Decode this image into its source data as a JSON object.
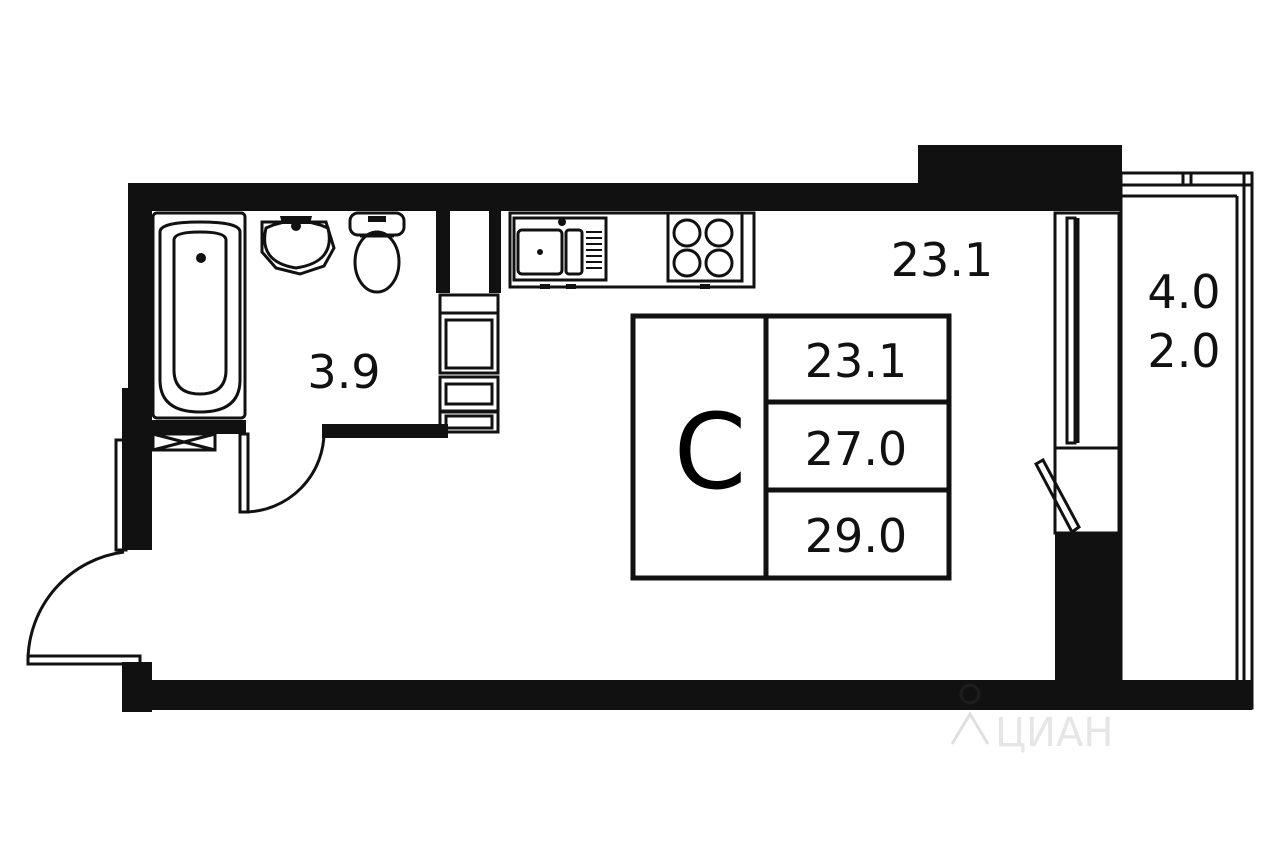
{
  "plan": {
    "rooms": {
      "bathroom_area": "3.9",
      "main_room_area": "23.1",
      "balcony_area_full": "4.0",
      "balcony_area_reduced": "2.0"
    },
    "summary": {
      "type_letter": "C",
      "living_area": "23.1",
      "total_area": "27.0",
      "total_with_balcony": "29.0"
    },
    "watermark": "ЦИАН",
    "colors": {
      "wall": "#111111",
      "background": "#ffffff"
    }
  }
}
